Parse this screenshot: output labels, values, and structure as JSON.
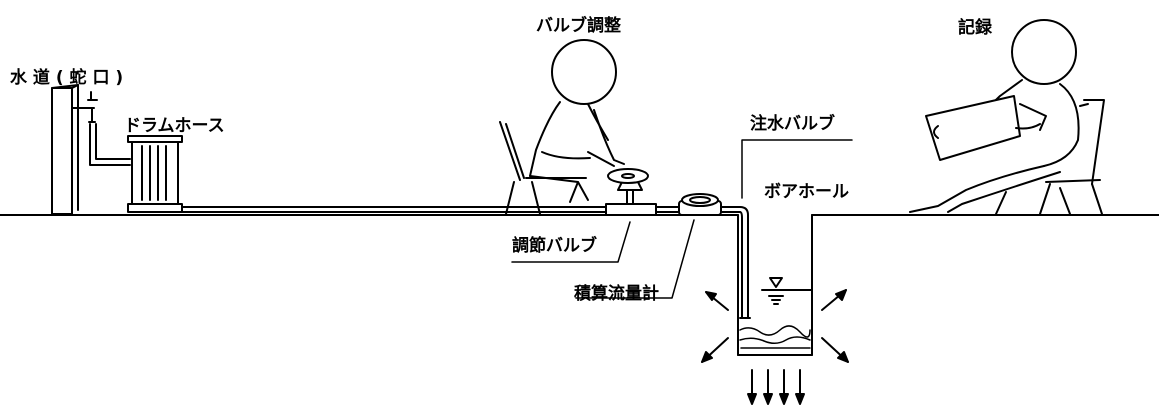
{
  "labels": {
    "water_tap": "水 道 ( 蛇 口 )",
    "drum_hose": "ドラムホース",
    "valve_adjust": "バルブ調整",
    "record": "記録",
    "injection_valve": "注水バルブ",
    "borehole": "ボアホール",
    "control_valve": "調節バルブ",
    "flow_meter": "積算流量計"
  },
  "colors": {
    "line": "#000000",
    "background": "#ffffff"
  }
}
